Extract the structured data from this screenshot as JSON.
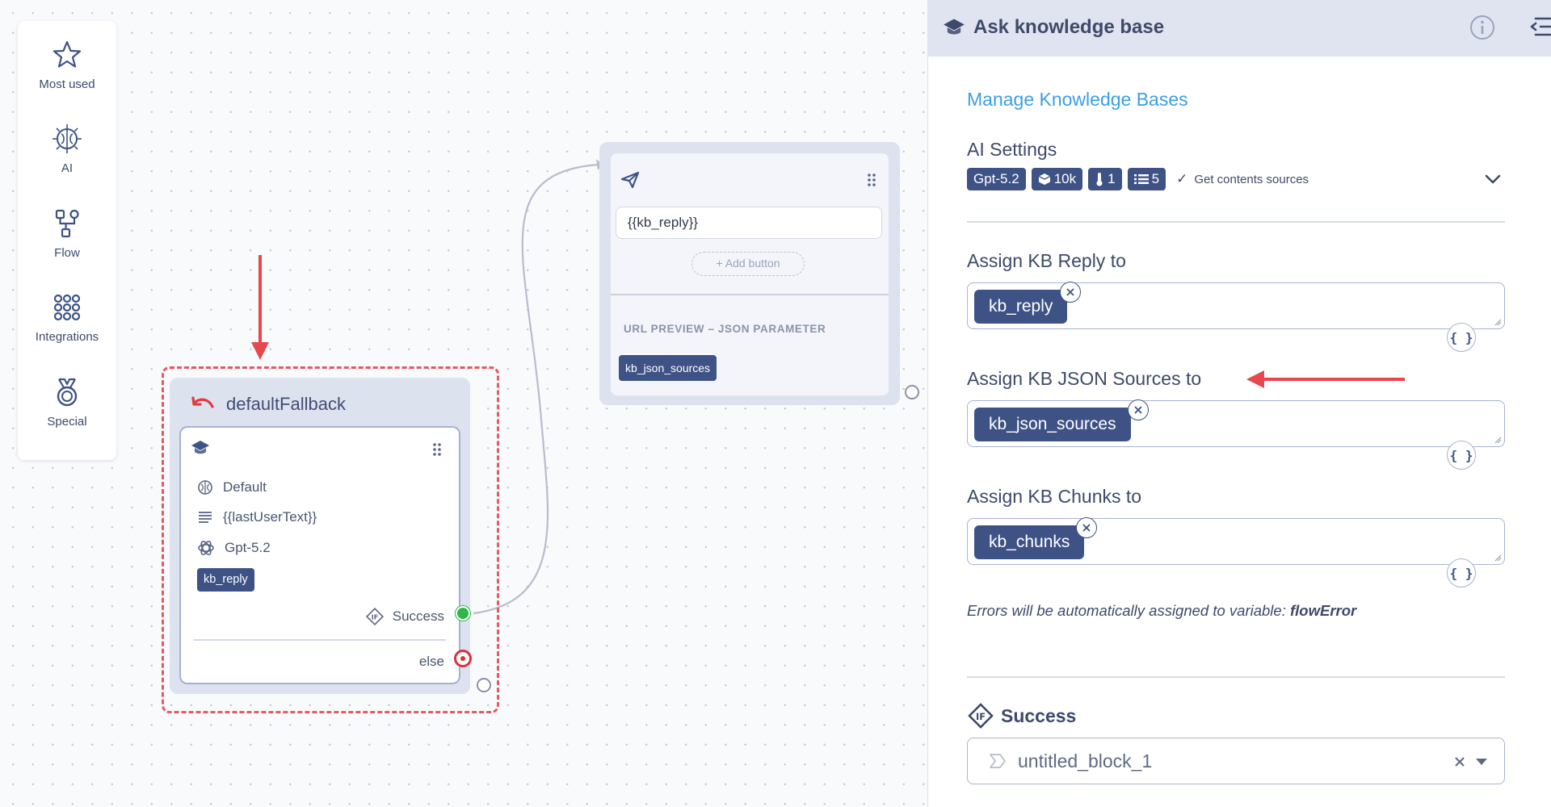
{
  "palette": {
    "items": [
      {
        "label": "Most used",
        "icon": "star-icon"
      },
      {
        "label": "AI",
        "icon": "ai-brain-icon"
      },
      {
        "label": "Flow",
        "icon": "flow-icon"
      },
      {
        "label": "Integrations",
        "icon": "integrations-grid-icon"
      },
      {
        "label": "Special",
        "icon": "medal-icon"
      }
    ]
  },
  "node_fallback": {
    "title": "defaultFallback",
    "rows": [
      {
        "icon": "knowledge-base-icon",
        "text": "Default"
      },
      {
        "icon": "lines-icon",
        "text": "{{lastUserText}}"
      },
      {
        "icon": "openai-icon",
        "text": "Gpt-5.2"
      }
    ],
    "output_tag": "kb_reply",
    "success_label": "Success",
    "else_label": "else"
  },
  "node_message": {
    "message_value": "{{kb_reply}}",
    "add_button_label": "+ Add button",
    "url_preview_label": "URL PREVIEW – JSON PARAMETER",
    "json_tag": "kb_json_sources"
  },
  "panel": {
    "title": "Ask knowledge base",
    "manage_link": "Manage Knowledge Bases",
    "ai_settings": {
      "title": "AI Settings",
      "model": "Gpt-5.2",
      "tokens": "10k",
      "temperature": "1",
      "chunks": "5",
      "get_sources_label": "Get contents sources"
    },
    "assign_reply": {
      "label": "Assign KB Reply to",
      "value": "kb_reply"
    },
    "assign_json": {
      "label": "Assign KB JSON Sources to",
      "value": "kb_json_sources"
    },
    "assign_chunks": {
      "label": "Assign KB Chunks to",
      "value": "kb_chunks"
    },
    "error_note_prefix": "Errors will be automatically assigned to variable: ",
    "error_variable": "flowError",
    "success": {
      "label": "Success",
      "target_block": "untitled_block_1"
    }
  },
  "colors": {
    "accent": "#3e5285",
    "link": "#3b9fe3",
    "annotation_red": "#e8474d",
    "success_port": "#2fb84a",
    "else_port": "#d9323a"
  }
}
